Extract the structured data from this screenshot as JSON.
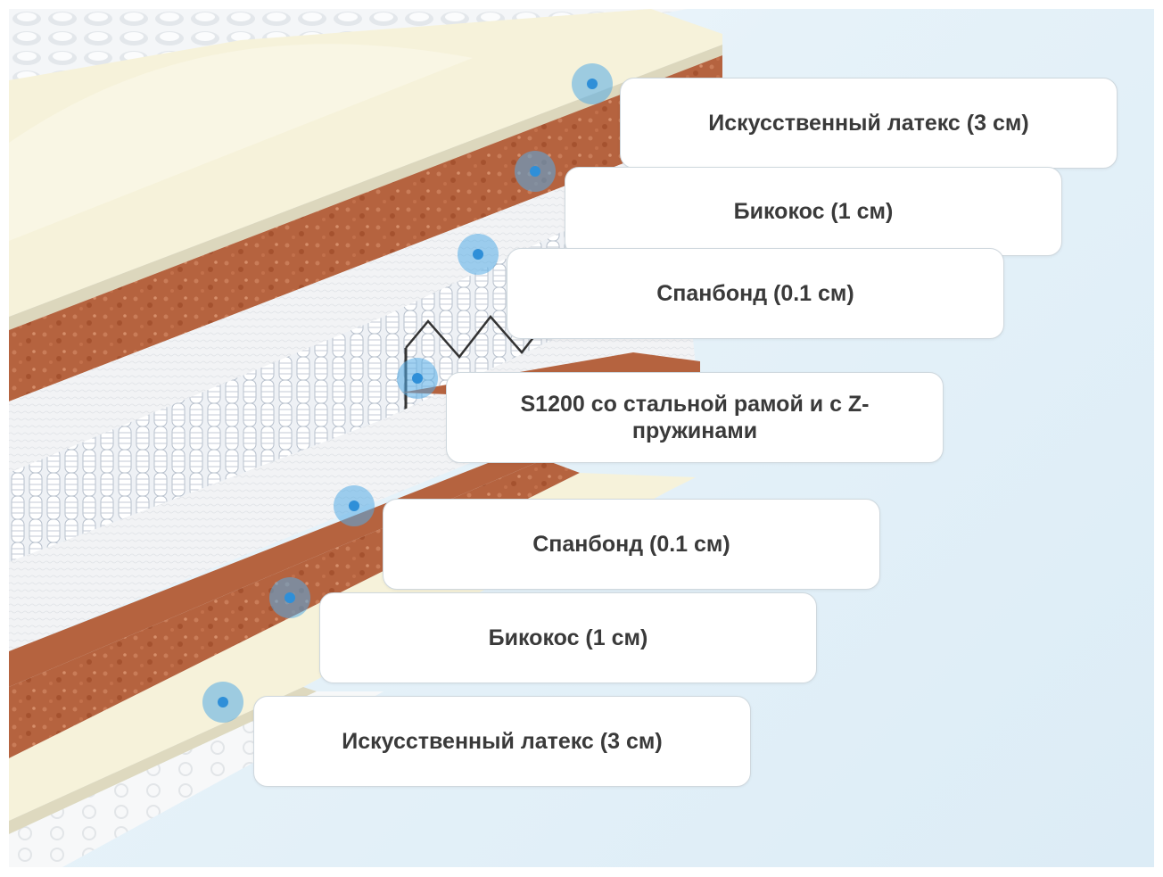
{
  "layers": [
    {
      "label": "Искусственный латекс (3 см)",
      "icon": "layer-marker-icon"
    },
    {
      "label": "Бикокос (1 см)",
      "icon": "layer-marker-icon"
    },
    {
      "label": "Спанбонд (0.1 см)",
      "icon": "layer-marker-icon"
    },
    {
      "label": "S1200 со стальной рамой и с Z-пружинами",
      "icon": "layer-marker-icon"
    },
    {
      "label": "Спанбонд (0.1 см)",
      "icon": "layer-marker-icon"
    },
    {
      "label": "Бикокос (1 см)",
      "icon": "layer-marker-icon"
    },
    {
      "label": "Искусственный латекс (3 см)",
      "icon": "layer-marker-icon"
    }
  ],
  "colors": {
    "latex": "#f6f2da",
    "coconut": "#b5633f",
    "spunbond": "#f1f3f5",
    "springs": "#e4e8ee",
    "marker": "#2f8fd8",
    "label_text": "#3a3a3a"
  }
}
